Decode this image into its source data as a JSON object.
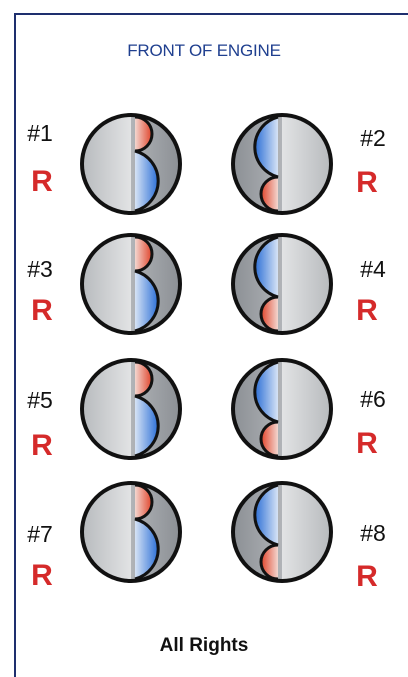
{
  "diagram": {
    "title": "FRONT OF ENGINE",
    "footer": "All Rights",
    "colors": {
      "frame": "#1e2f6e",
      "title": "#1f3f8f",
      "rotation_label": "#d52a2a",
      "piston_bowl_red": "#e0442b",
      "piston_bowl_blue": "#2c6fd6"
    },
    "cylinders": [
      {
        "number": "#1",
        "rotation": "R"
      },
      {
        "number": "#2",
        "rotation": "R"
      },
      {
        "number": "#3",
        "rotation": "R"
      },
      {
        "number": "#4",
        "rotation": "R"
      },
      {
        "number": "#5",
        "rotation": "R"
      },
      {
        "number": "#6",
        "rotation": "R"
      },
      {
        "number": "#7",
        "rotation": "R"
      },
      {
        "number": "#8",
        "rotation": "R"
      }
    ]
  }
}
